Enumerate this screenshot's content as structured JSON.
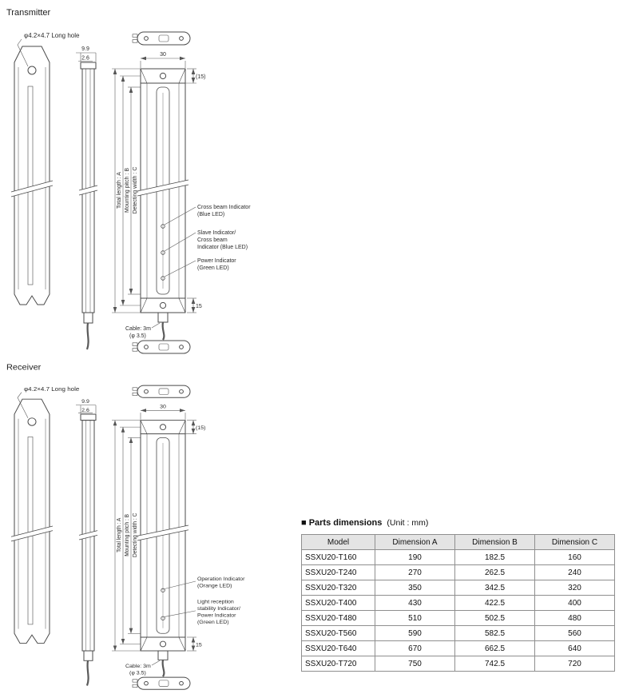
{
  "page": {
    "transmitter_title": "Transmitter",
    "receiver_title": "Receiver"
  },
  "labels": {
    "long_hole": "φ4.2×4.7 Long hole",
    "dim_99": "9.9",
    "dim_26": "2.6",
    "dim_30": "30",
    "dim_15p": "(15)",
    "dim_15": "15",
    "total_length": "Total length : A",
    "mounting_pitch": "Mounting pitch : B",
    "detecting_width": "Detecting width : C",
    "cable": "Cable: 3m",
    "cable_dia": "(φ 3.5)"
  },
  "transmitter": {
    "indicators": [
      [
        "Cross beam Indicator",
        "(Blue LED)"
      ],
      [
        "Slave Indicator/",
        "Cross beam",
        "Indicator (Blue LED)"
      ],
      [
        "Power Indicator",
        "(Green LED)"
      ]
    ]
  },
  "receiver": {
    "indicators": [
      [
        "Operation Indicator",
        "(Orange LED)"
      ],
      [
        "Light reception",
        "stability Indicator/",
        "Power Indicator",
        "(Green LED)"
      ]
    ]
  },
  "table": {
    "title": "■ Parts dimensions",
    "unit": "(Unit : mm)",
    "headers": [
      "Model",
      "Dimension A",
      "Dimension B",
      "Dimension C"
    ],
    "rows": [
      [
        "SSXU20-T160",
        "190",
        "182.5",
        "160"
      ],
      [
        "SSXU20-T240",
        "270",
        "262.5",
        "240"
      ],
      [
        "SSXU20-T320",
        "350",
        "342.5",
        "320"
      ],
      [
        "SSXU20-T400",
        "430",
        "422.5",
        "400"
      ],
      [
        "SSXU20-T480",
        "510",
        "502.5",
        "480"
      ],
      [
        "SSXU20-T560",
        "590",
        "582.5",
        "560"
      ],
      [
        "SSXU20-T640",
        "670",
        "662.5",
        "640"
      ],
      [
        "SSXU20-T720",
        "750",
        "742.5",
        "720"
      ]
    ]
  }
}
